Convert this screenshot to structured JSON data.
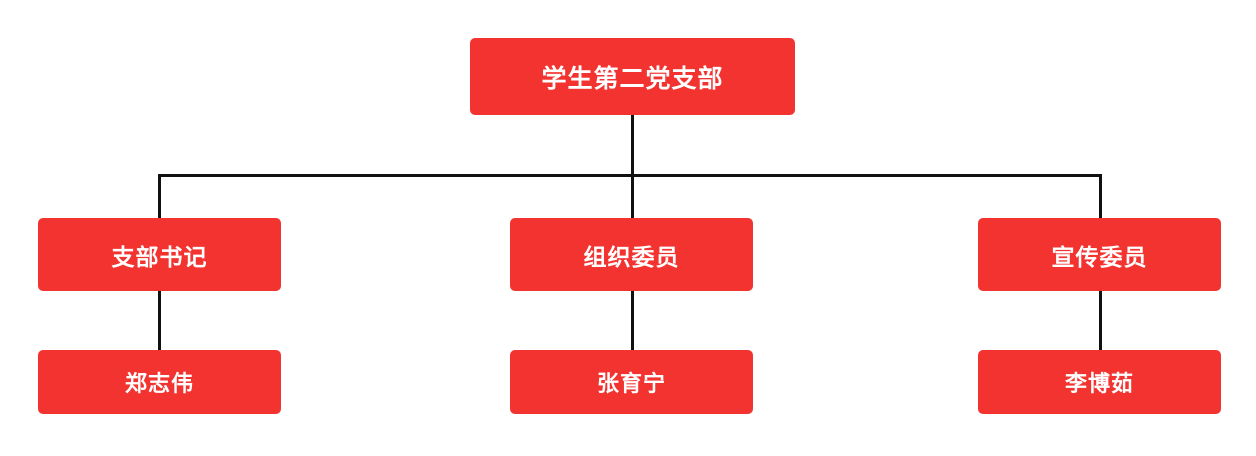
{
  "chart_data": {
    "type": "diagram",
    "diagram_type": "organization-chart",
    "title": "学生第二党支部",
    "orientation": "top-down",
    "levels": 3,
    "colors": {
      "node_fill": "#F23330",
      "node_text": "#FFFFFF",
      "connector": "#111111",
      "background": "#FFFFFF"
    },
    "nodes": [
      {
        "id": "root",
        "label": "学生第二党支部",
        "level": 0
      },
      {
        "id": "role-1",
        "label": "支部书记",
        "level": 1,
        "parent": "root"
      },
      {
        "id": "role-2",
        "label": "组织委员",
        "level": 1,
        "parent": "root"
      },
      {
        "id": "role-3",
        "label": "宣传委员",
        "level": 1,
        "parent": "root"
      },
      {
        "id": "person-1",
        "label": "郑志伟",
        "level": 2,
        "parent": "role-1"
      },
      {
        "id": "person-2",
        "label": "张育宁",
        "level": 2,
        "parent": "role-2"
      },
      {
        "id": "person-3",
        "label": "李博茹",
        "level": 2,
        "parent": "role-3"
      }
    ],
    "edges": [
      {
        "from": "root",
        "to": "role-1"
      },
      {
        "from": "root",
        "to": "role-2"
      },
      {
        "from": "root",
        "to": "role-3"
      },
      {
        "from": "role-1",
        "to": "person-1"
      },
      {
        "from": "role-2",
        "to": "person-2"
      },
      {
        "from": "role-3",
        "to": "person-3"
      }
    ]
  },
  "root": {
    "label": "学生第二党支部"
  },
  "roles": [
    {
      "label": "支部书记"
    },
    {
      "label": "组织委员"
    },
    {
      "label": "宣传委员"
    }
  ],
  "people": [
    {
      "label": "郑志伟"
    },
    {
      "label": "张育宁"
    },
    {
      "label": "李博茹"
    }
  ]
}
